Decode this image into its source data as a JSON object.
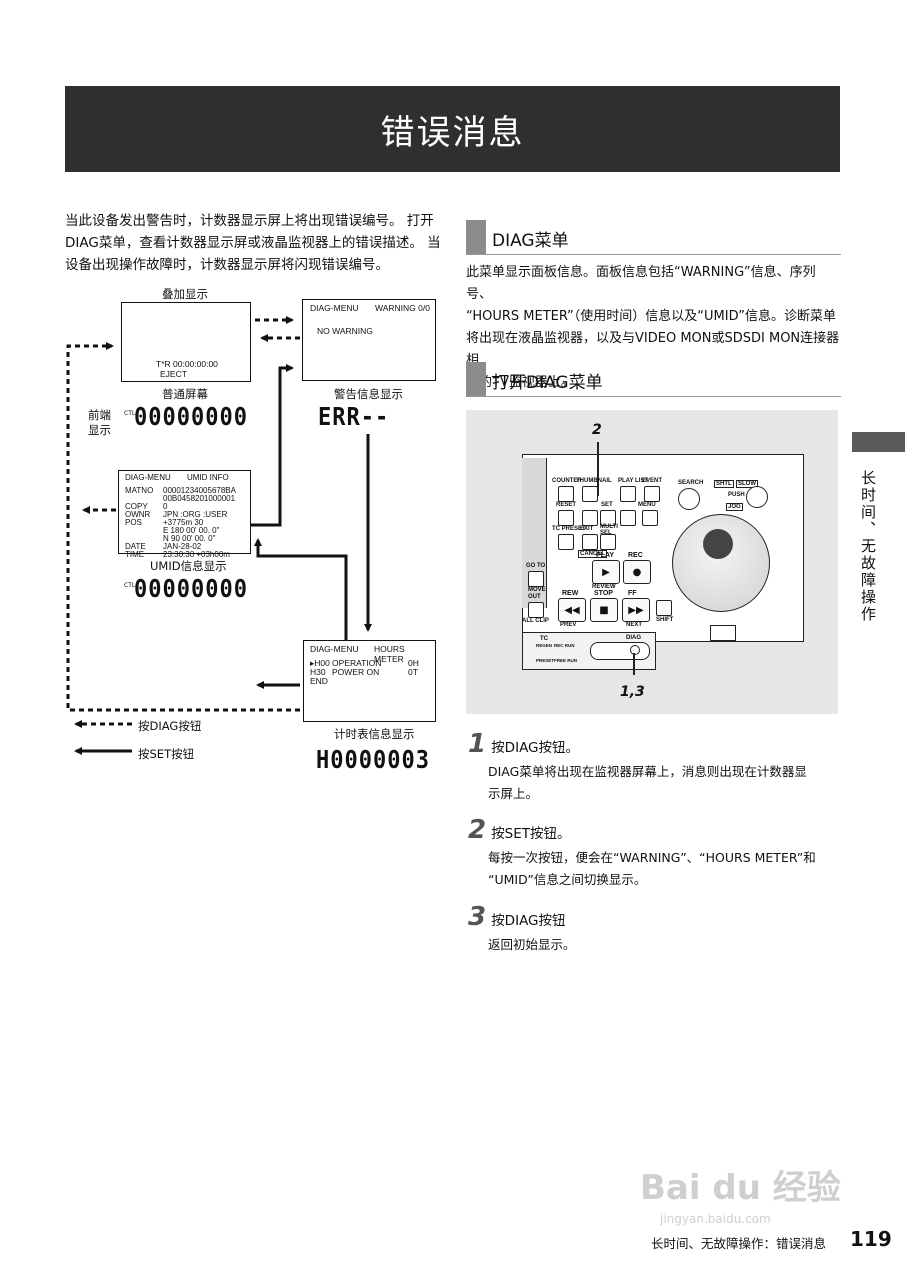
{
  "page": {
    "title": "错误消息",
    "intro": [
      "当此设备发出警告时，计数器显示屏上将出现错误编号。 打开",
      "DIAG菜单，查看计数器显示屏或液晶监视器上的错误描述。 当",
      "设备出现操作故障时，计数器显示屏将闪现错误编号。"
    ]
  },
  "diagram": {
    "overlay_title": "叠加显示",
    "normal_caption": "普通屏幕",
    "normal_screen": {
      "line1": "T*R 00:00:00:00",
      "line2": "EJECT"
    },
    "front_label": [
      "前端",
      "显示"
    ],
    "ctl": "CTL",
    "counter_display": "00000000",
    "warning_screen": {
      "header_left": "DIAG-MENU",
      "header_right": "WARNING 0/0",
      "body": "NO WARNING"
    },
    "warning_caption": "警告信息显示",
    "err_display": "ERR--",
    "umid_screen": {
      "header_left": "DIAG-MENU",
      "header_right": "UMID INFO",
      "rows": [
        {
          "k": "MATNO",
          "v": "00001234005678BA"
        },
        {
          "k": "",
          "v": "00B0458201000001"
        },
        {
          "k": "COPY",
          "v": "0"
        },
        {
          "k": "OWNR",
          "v": "JPN :ORG :USER"
        },
        {
          "k": "POS",
          "v": "+3775m    30"
        },
        {
          "k": "",
          "v": "E 180 00' 00. 0\""
        },
        {
          "k": "",
          "v": "N  90 00' 00. 0\""
        },
        {
          "k": "DATE",
          "v": "JAN-28-02"
        },
        {
          "k": "TIME",
          "v": "23:30:30 +03h00m"
        }
      ]
    },
    "umid_caption": "UMID信息显示",
    "hours_screen": {
      "header_left": "DIAG-MENU",
      "header_right": "HOURS METER",
      "rows": [
        {
          "k": "▸H00",
          "n": "OPERATION",
          "v": "0H"
        },
        {
          "k": "H30",
          "n": "POWER ON",
          "v": "0T"
        },
        {
          "k": "END",
          "n": "",
          "v": ""
        }
      ]
    },
    "hours_caption": "计时表信息显示",
    "hours_display": "H0000003",
    "legend_diag": "按DIAG按钮",
    "legend_set": "按SET按钮"
  },
  "sections": {
    "diag_menu": {
      "heading": "DIAG菜单",
      "body": [
        "此菜单显示面板信息。面板信息包括“WARNING”信息、序列号、",
        "“HOURS METER”（使用时间）信息以及“UMID”信息。诊断菜单",
        "将出现在液晶监视器，以及与VIDEO MON或SDSDI MON连接器相",
        "连的TV监视器上。"
      ]
    },
    "open_diag": {
      "heading": "打开DIAG菜单"
    }
  },
  "panel": {
    "callout_top": "2",
    "callout_bottom": "1,3",
    "buttons": {
      "counter": "COUNTER",
      "thumbnail": "THUMBNAIL",
      "playlist": "PLAY LIST",
      "event": "EVENT",
      "reset": "RESET",
      "set": "SET",
      "menu": "MENU",
      "tcpreset": "TC PRESET",
      "exit": "EXIT",
      "multisel": "MULTI SEL",
      "cancel": "CANCEL",
      "goto": "GO TO",
      "move": "MOVE",
      "out": "OUT",
      "allclip": "ALL CLIP",
      "play": "PLAY",
      "rec": "REC",
      "review": "REVIEW",
      "rew": "REW",
      "stop": "STOP",
      "ff": "FF",
      "shift": "SHIFT",
      "prev": "PREV",
      "next": "NEXT",
      "search": "SEARCH",
      "shtl": "SHTL",
      "slow": "SLOW",
      "push": "PUSH",
      "jog": "JOG",
      "diag": "DIAG",
      "tc": "TC",
      "preset": "PRESET",
      "regen": "REGEN",
      "recrun": "REC RUN",
      "freerun": "FREE RUN"
    }
  },
  "steps": [
    {
      "num": "1",
      "title": "按DIAG按钮。",
      "desc": [
        "DIAG菜单将出现在监视器屏幕上，消息则出现在计数器显",
        "示屏上。"
      ]
    },
    {
      "num": "2",
      "title": "按SET按钮。",
      "desc": [
        "每按一次按钮，便会在“WARNING”、“HOURS METER”和",
        "“UMID”信息之间切换显示。"
      ]
    },
    {
      "num": "3",
      "title": "按DIAG按钮",
      "desc": [
        "返回初始显示。"
      ]
    }
  ],
  "side_tab": "长时间、无故障操作",
  "footer": {
    "text": "长时间、无故障操作：错误消息",
    "page_number": "119"
  },
  "watermark": {
    "brand": "Bai du 经验",
    "url": "jingyan.baidu.com"
  }
}
